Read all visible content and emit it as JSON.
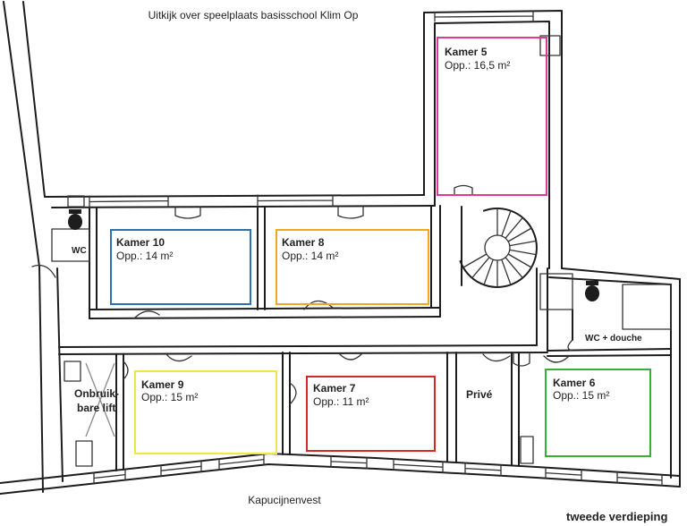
{
  "labels": {
    "view": "Uitkijk over speelplaats basisschool Klim Op",
    "street": "Kapucijnenvest",
    "floor": "tweede verdieping",
    "wc": "WC",
    "wc_shower": "WC + douche",
    "lift_line1": "Onbruik-",
    "lift_line2": "bare lift",
    "private": "Privé"
  },
  "rooms": [
    {
      "name": "Kamer 5",
      "area": "Opp.: 16,5 m²",
      "color": "#e0379a"
    },
    {
      "name": "Kamer 10",
      "area": "Opp.: 14 m²",
      "color": "#2f6fb4"
    },
    {
      "name": "Kamer 8",
      "area": "Opp.: 14 m²",
      "color": "#f4a71e"
    },
    {
      "name": "Kamer 9",
      "area": "Opp.: 15 m²",
      "color": "#f0e64c"
    },
    {
      "name": "Kamer 7",
      "area": "Opp.: 11 m²",
      "color": "#d42a22"
    },
    {
      "name": "Kamer 6",
      "area": "Opp.: 15 m²",
      "color": "#35b135"
    }
  ]
}
